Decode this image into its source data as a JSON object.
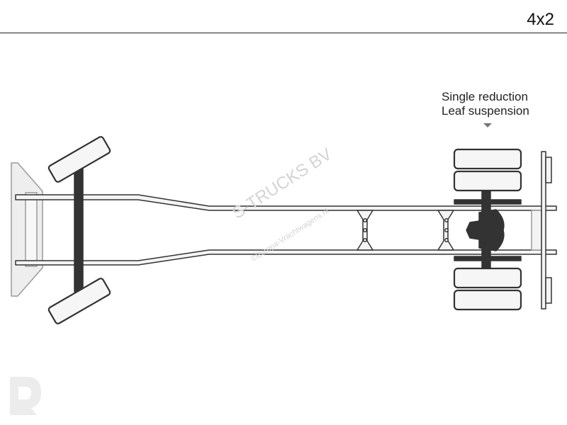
{
  "config_label": "4x2",
  "rear_axle": {
    "reduction": "Single reduction",
    "suspension": "Leaf suspension"
  },
  "watermark": {
    "brand": "S-TRUCKS BV",
    "copyright": "©Europa-Vrachtwagens.nl"
  },
  "colors": {
    "frame_fill": "#f4f4f4",
    "frame_stroke": "#333333",
    "axle_fill": "#333333",
    "watermark": "#d4d4d4"
  }
}
